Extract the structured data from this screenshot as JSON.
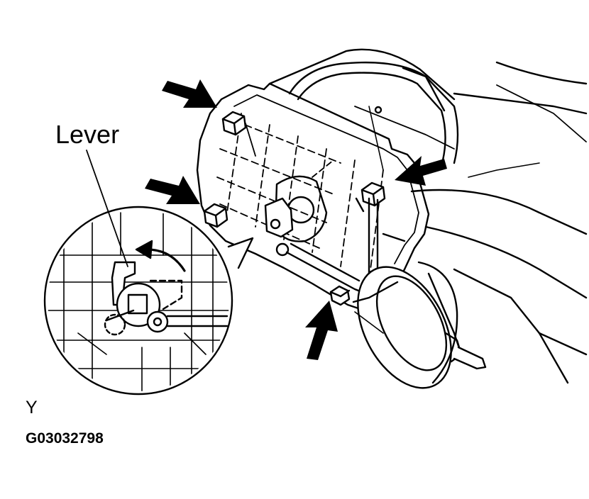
{
  "labels": {
    "lever": "Lever",
    "view_letter": "Y",
    "figure_code": "G03032798"
  },
  "colors": {
    "line": "#000000",
    "background": "#ffffff",
    "arrow_fill": "#000000"
  },
  "callout_arrows": [
    {
      "name": "arrow-upper-left-bolt",
      "direction": "down-right"
    },
    {
      "name": "arrow-left-bolt",
      "direction": "down-right"
    },
    {
      "name": "arrow-right-bolt",
      "direction": "down-left"
    },
    {
      "name": "arrow-lower-bolt",
      "direction": "up"
    }
  ]
}
